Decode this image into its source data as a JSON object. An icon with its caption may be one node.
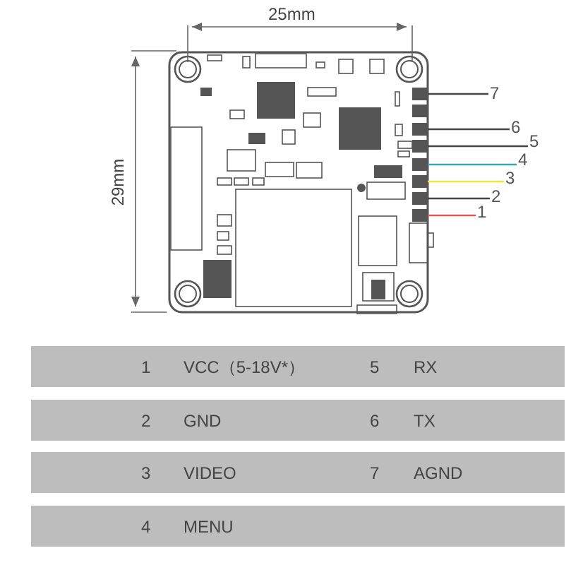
{
  "diagram": {
    "nodes": [
      {
        "text": [
          "7"
        ]
      },
      {
        "text": [
          "6"
        ]
      },
      {
        "text": [
          "5"
        ]
      },
      {
        "text": [
          "4"
        ]
      },
      {
        "text": [
          "3"
        ]
      },
      {
        "text": [
          "2"
        ]
      },
      {
        "text": [
          "1"
        ]
      },
      {
        "text": [],
        "shape": "box"
      },
      {
        "text": [],
        "shape": "box"
      },
      {
        "text": [],
        "shape": "box"
      },
      {
        "text": [],
        "shape": "box"
      },
      {
        "text": [],
        "shape": "box"
      },
      {
        "text": [],
        "shape": "box"
      },
      {
        "text": [],
        "shape": "box"
      }
    ],
    "edges": [
      {
        "from": 0,
        "to": 7,
        "arrow": "none"
      },
      {
        "from": 1,
        "to": 8,
        "arrow": "none"
      },
      {
        "from": 2,
        "to": 9,
        "arrow": "none"
      },
      {
        "from": 3,
        "to": 10,
        "arrow": "none",
        "color": "#3aa6b0"
      },
      {
        "from": 4,
        "to": 11,
        "arrow": "none",
        "color": "#f2e43c"
      },
      {
        "from": 5,
        "to": 12,
        "arrow": "none"
      },
      {
        "from": 6,
        "to": 13,
        "arrow": "none",
        "color": "#e05a5a"
      }
    ],
    "labels": [
      "25mm",
      "29mm",
      "1",
      "VCC（5-18V*）",
      "5",
      "RX",
      "2",
      "GND",
      "6",
      "TX",
      "3",
      "VIDEO",
      "7",
      "AGND",
      "4",
      "MENU"
    ]
  }
}
